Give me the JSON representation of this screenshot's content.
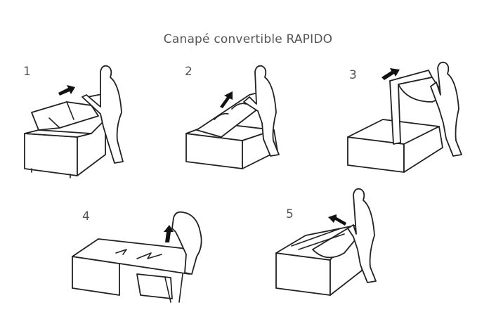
{
  "title": "Canapé convertible RAPIDO",
  "steps": [
    {
      "number": "1",
      "description": "push-back-rest-arrow"
    },
    {
      "number": "2",
      "description": "lift-frame-arrow"
    },
    {
      "number": "3",
      "description": "unfold-mechanism-arrow"
    },
    {
      "number": "4",
      "description": "extend-mattress-arrow"
    },
    {
      "number": "5",
      "description": "fold-back-arrow"
    }
  ],
  "colors": {
    "line": "#222222",
    "text": "#555555",
    "background": "#ffffff"
  }
}
